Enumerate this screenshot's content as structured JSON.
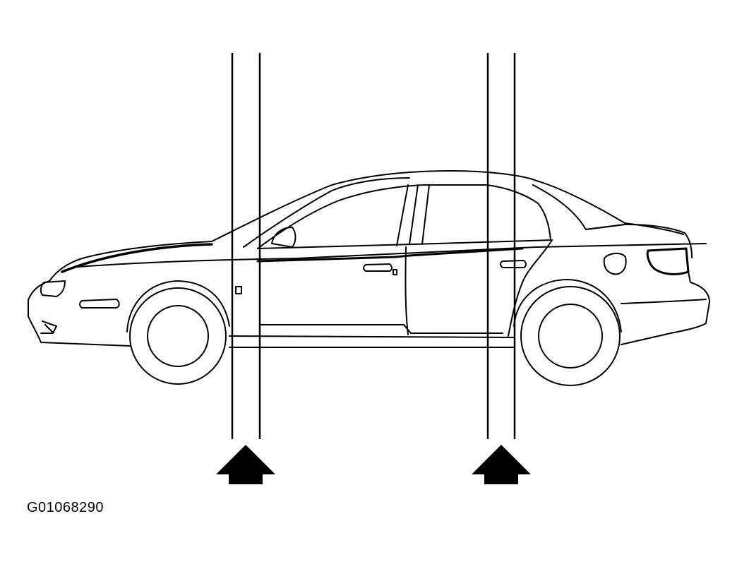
{
  "figure": {
    "id_label": "G01068290",
    "subject": "sedan-side-view",
    "lift_points": [
      {
        "name": "front-lift-point",
        "marker": "up-arrow"
      },
      {
        "name": "rear-lift-point",
        "marker": "up-arrow"
      }
    ]
  },
  "colors": {
    "line": "#000000",
    "background": "#ffffff"
  }
}
